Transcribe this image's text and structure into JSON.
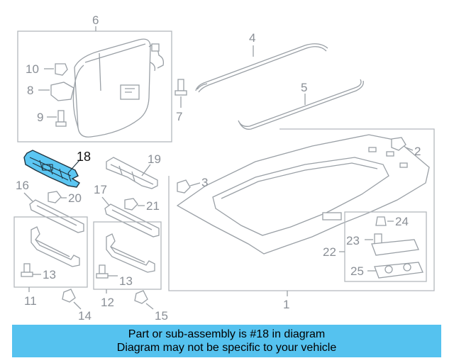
{
  "callouts": {
    "c1": "1",
    "c2": "2",
    "c3": "3",
    "c4": "4",
    "c5": "5",
    "c6": "6",
    "c7": "7",
    "c8": "8",
    "c9": "9",
    "c10": "10",
    "c11": "11",
    "c12": "12",
    "c13a": "13",
    "c13b": "13",
    "c14": "14",
    "c15": "15",
    "c16": "16",
    "c17": "17",
    "c18": "18",
    "c19": "19",
    "c20": "20",
    "c21": "21",
    "c22": "22",
    "c23": "23",
    "c24": "24",
    "c25": "25"
  },
  "highlight": {
    "part": "18",
    "color": "#5bc6f2"
  },
  "banner": {
    "line1": "Part or sub-assembly is #18 in diagram",
    "line2": "Diagram may not be specific to your vehicle",
    "color": "#55c2ef"
  }
}
